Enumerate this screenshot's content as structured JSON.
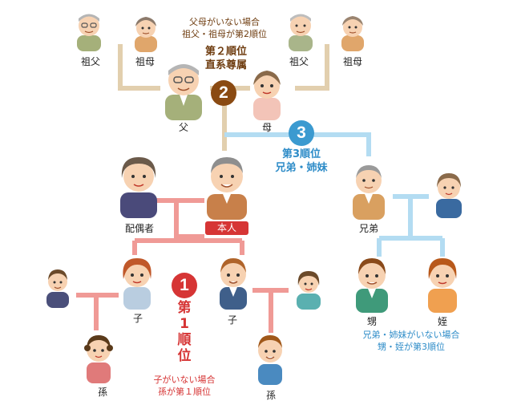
{
  "labels": {
    "paternal_grandfather": "祖父",
    "paternal_grandmother": "祖母",
    "maternal_grandfather": "祖父",
    "maternal_grandmother": "祖母",
    "father": "父",
    "mother": "母",
    "spouse": "配偶者",
    "self": "本人",
    "sibling": "兄弟",
    "child_left": "子",
    "child_right": "子",
    "grandchild_left": "孫",
    "grandchild_right": "孫",
    "nephew": "甥",
    "niece": "姪"
  },
  "ranks": {
    "first": {
      "number": "1",
      "vertical": [
        "第",
        "1",
        "順",
        "位"
      ],
      "note": [
        "子がいない場合",
        "孫が第１順位"
      ]
    },
    "second": {
      "number": "2",
      "title": [
        "第２順位",
        "直系尊属"
      ],
      "note": [
        "父母がいない場合",
        "祖父・祖母が第2順位"
      ]
    },
    "third": {
      "number": "3",
      "title": [
        "第3順位",
        "兄弟・姉妹"
      ],
      "note": [
        "兄弟・姉妹がいない場合",
        "甥・姪が第3順位"
      ]
    }
  },
  "colors": {
    "rank1": "#d63535",
    "rank2": "#8a4a12",
    "rank3": "#3b9ad0",
    "line_rank1": "#f09a96",
    "line_rank2": "#e2cfae",
    "line_rank3": "#b3dcf2",
    "note1": "#d63535",
    "note2": "#6f3d10",
    "note3": "#2e8cc8"
  }
}
